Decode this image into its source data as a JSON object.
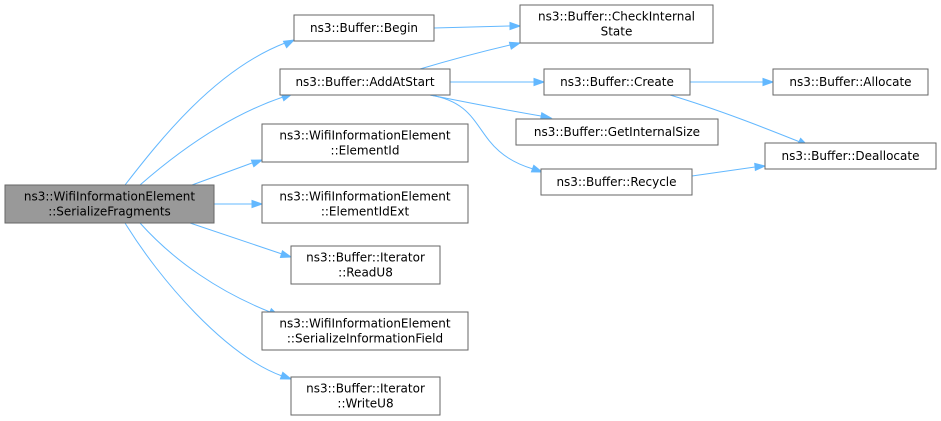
{
  "nodes": {
    "root": {
      "lines": [
        "ns3::WifiInformationElement",
        "::SerializeFragments"
      ]
    },
    "begin": {
      "lines": [
        "ns3::Buffer::Begin"
      ]
    },
    "check": {
      "lines": [
        "ns3::Buffer::CheckInternal",
        "State"
      ]
    },
    "addatstart": {
      "lines": [
        "ns3::Buffer::AddAtStart"
      ]
    },
    "create": {
      "lines": [
        "ns3::Buffer::Create"
      ]
    },
    "allocate": {
      "lines": [
        "ns3::Buffer::Allocate"
      ]
    },
    "getsize": {
      "lines": [
        "ns3::Buffer::GetInternalSize"
      ]
    },
    "deallocate": {
      "lines": [
        "ns3::Buffer::Deallocate"
      ]
    },
    "recycle": {
      "lines": [
        "ns3::Buffer::Recycle"
      ]
    },
    "elementid": {
      "lines": [
        "ns3::WifiInformationElement",
        "::ElementId"
      ]
    },
    "elementidext": {
      "lines": [
        "ns3::WifiInformationElement",
        "::ElementIdExt"
      ]
    },
    "readu8": {
      "lines": [
        "ns3::Buffer::Iterator",
        "::ReadU8"
      ]
    },
    "serializeinfo": {
      "lines": [
        "ns3::WifiInformationElement",
        "::SerializeInformationField"
      ]
    },
    "writeu8": {
      "lines": [
        "ns3::Buffer::Iterator",
        "::WriteU8"
      ]
    }
  },
  "edges": [
    [
      "root",
      "begin"
    ],
    [
      "root",
      "addatstart"
    ],
    [
      "root",
      "elementid"
    ],
    [
      "root",
      "elementidext"
    ],
    [
      "root",
      "readu8"
    ],
    [
      "root",
      "serializeinfo"
    ],
    [
      "root",
      "writeu8"
    ],
    [
      "begin",
      "check"
    ],
    [
      "addatstart",
      "check"
    ],
    [
      "addatstart",
      "create"
    ],
    [
      "addatstart",
      "getsize"
    ],
    [
      "addatstart",
      "recycle"
    ],
    [
      "create",
      "allocate"
    ],
    [
      "create",
      "deallocate"
    ],
    [
      "recycle",
      "deallocate"
    ]
  ],
  "colors": {
    "edge": "#63b8ff",
    "root_fill": "#999999",
    "node_border": "#666666"
  }
}
